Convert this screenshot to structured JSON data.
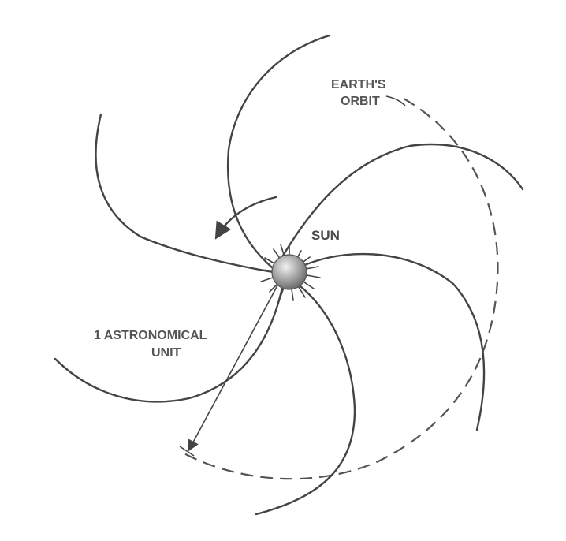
{
  "labels": {
    "earths_orbit_line1": "EARTH'S",
    "earths_orbit_line2": "ORBIT",
    "sun": "SUN",
    "au_line1": "1 ASTRONOMICAL",
    "au_line2": "UNIT"
  },
  "colors": {
    "stroke": "#444444",
    "text": "#555555",
    "sun_light": "#e8e8e8",
    "sun_dark": "#7a7a7a"
  }
}
